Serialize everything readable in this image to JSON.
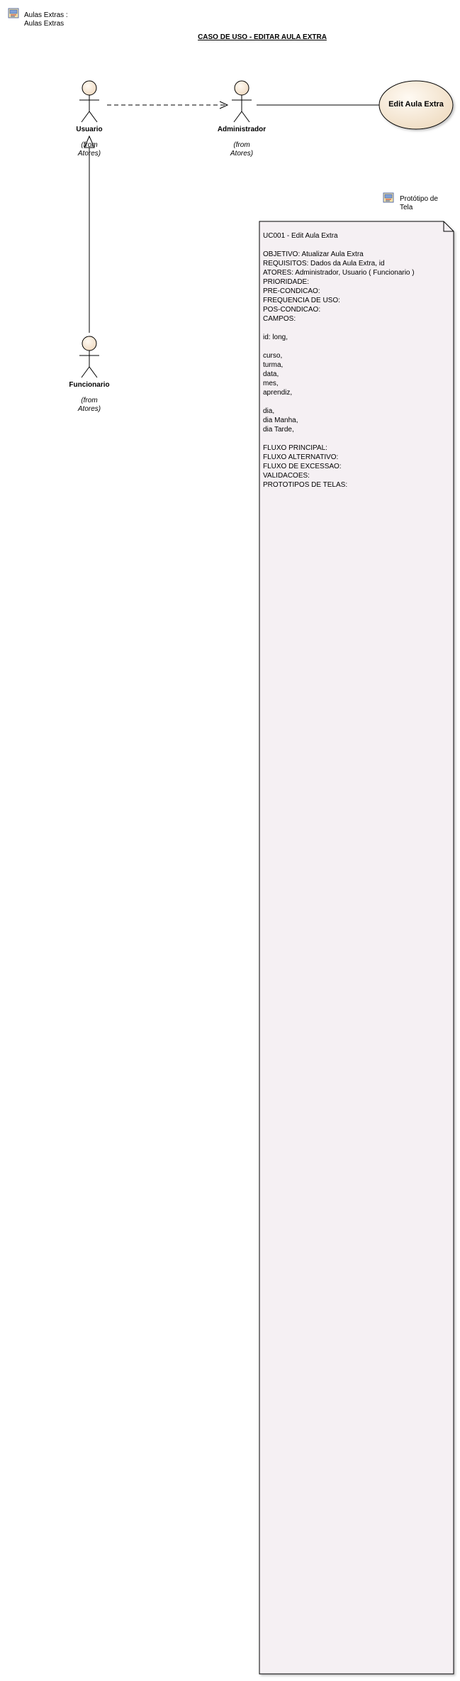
{
  "package_link": {
    "icon": "package-diagram-icon",
    "line1": "Aulas Extras :",
    "line2": "Aulas Extras"
  },
  "diagram_title": "CASO DE USO - EDITAR AULA EXTRA",
  "actors": {
    "usuario": {
      "name": "Usuario",
      "from_line1": "(from",
      "from_line2": "Atores)"
    },
    "administrador": {
      "name": "Administrador",
      "from_line1": "(from",
      "from_line2": "Atores)"
    },
    "funcionario": {
      "name": "Funcionario",
      "from_line1": "(from",
      "from_line2": "Atores)"
    }
  },
  "use_case": {
    "label": "Edit Aula Extra"
  },
  "prototype_link": {
    "icon": "package-diagram-icon",
    "line1": "Protótipo de",
    "line2": "Tela"
  },
  "note": {
    "text": "UC001 - Edit Aula Extra\n\nOBJETIVO: Atualizar Aula Extra\nREQUISITOS: Dados da Aula Extra, id\nATORES: Administrador, Usuario ( Funcionario )\nPRIORIDADE:\nPRE-CONDICAO:\nFREQUENCIA DE USO:\nPOS-CONDICAO:\nCAMPOS:\n\nid: long,\n\ncurso,\nturma,\ndata,\nmes,\naprendiz,\n\ndia,\ndia Manha,\ndia Tarde,\n\nFLUXO PRINCIPAL:\nFLUXO ALTERNATIVO:\nFLUXO DE EXCESSAO:\nVALIDACOES:\nPROTOTIPOS DE TELAS:"
  },
  "colors": {
    "actor_head_fill": "#f5e6d3",
    "usecase_fill": "#f7ecdc",
    "note_fill": "#f5f0f3",
    "line": "#000000"
  }
}
